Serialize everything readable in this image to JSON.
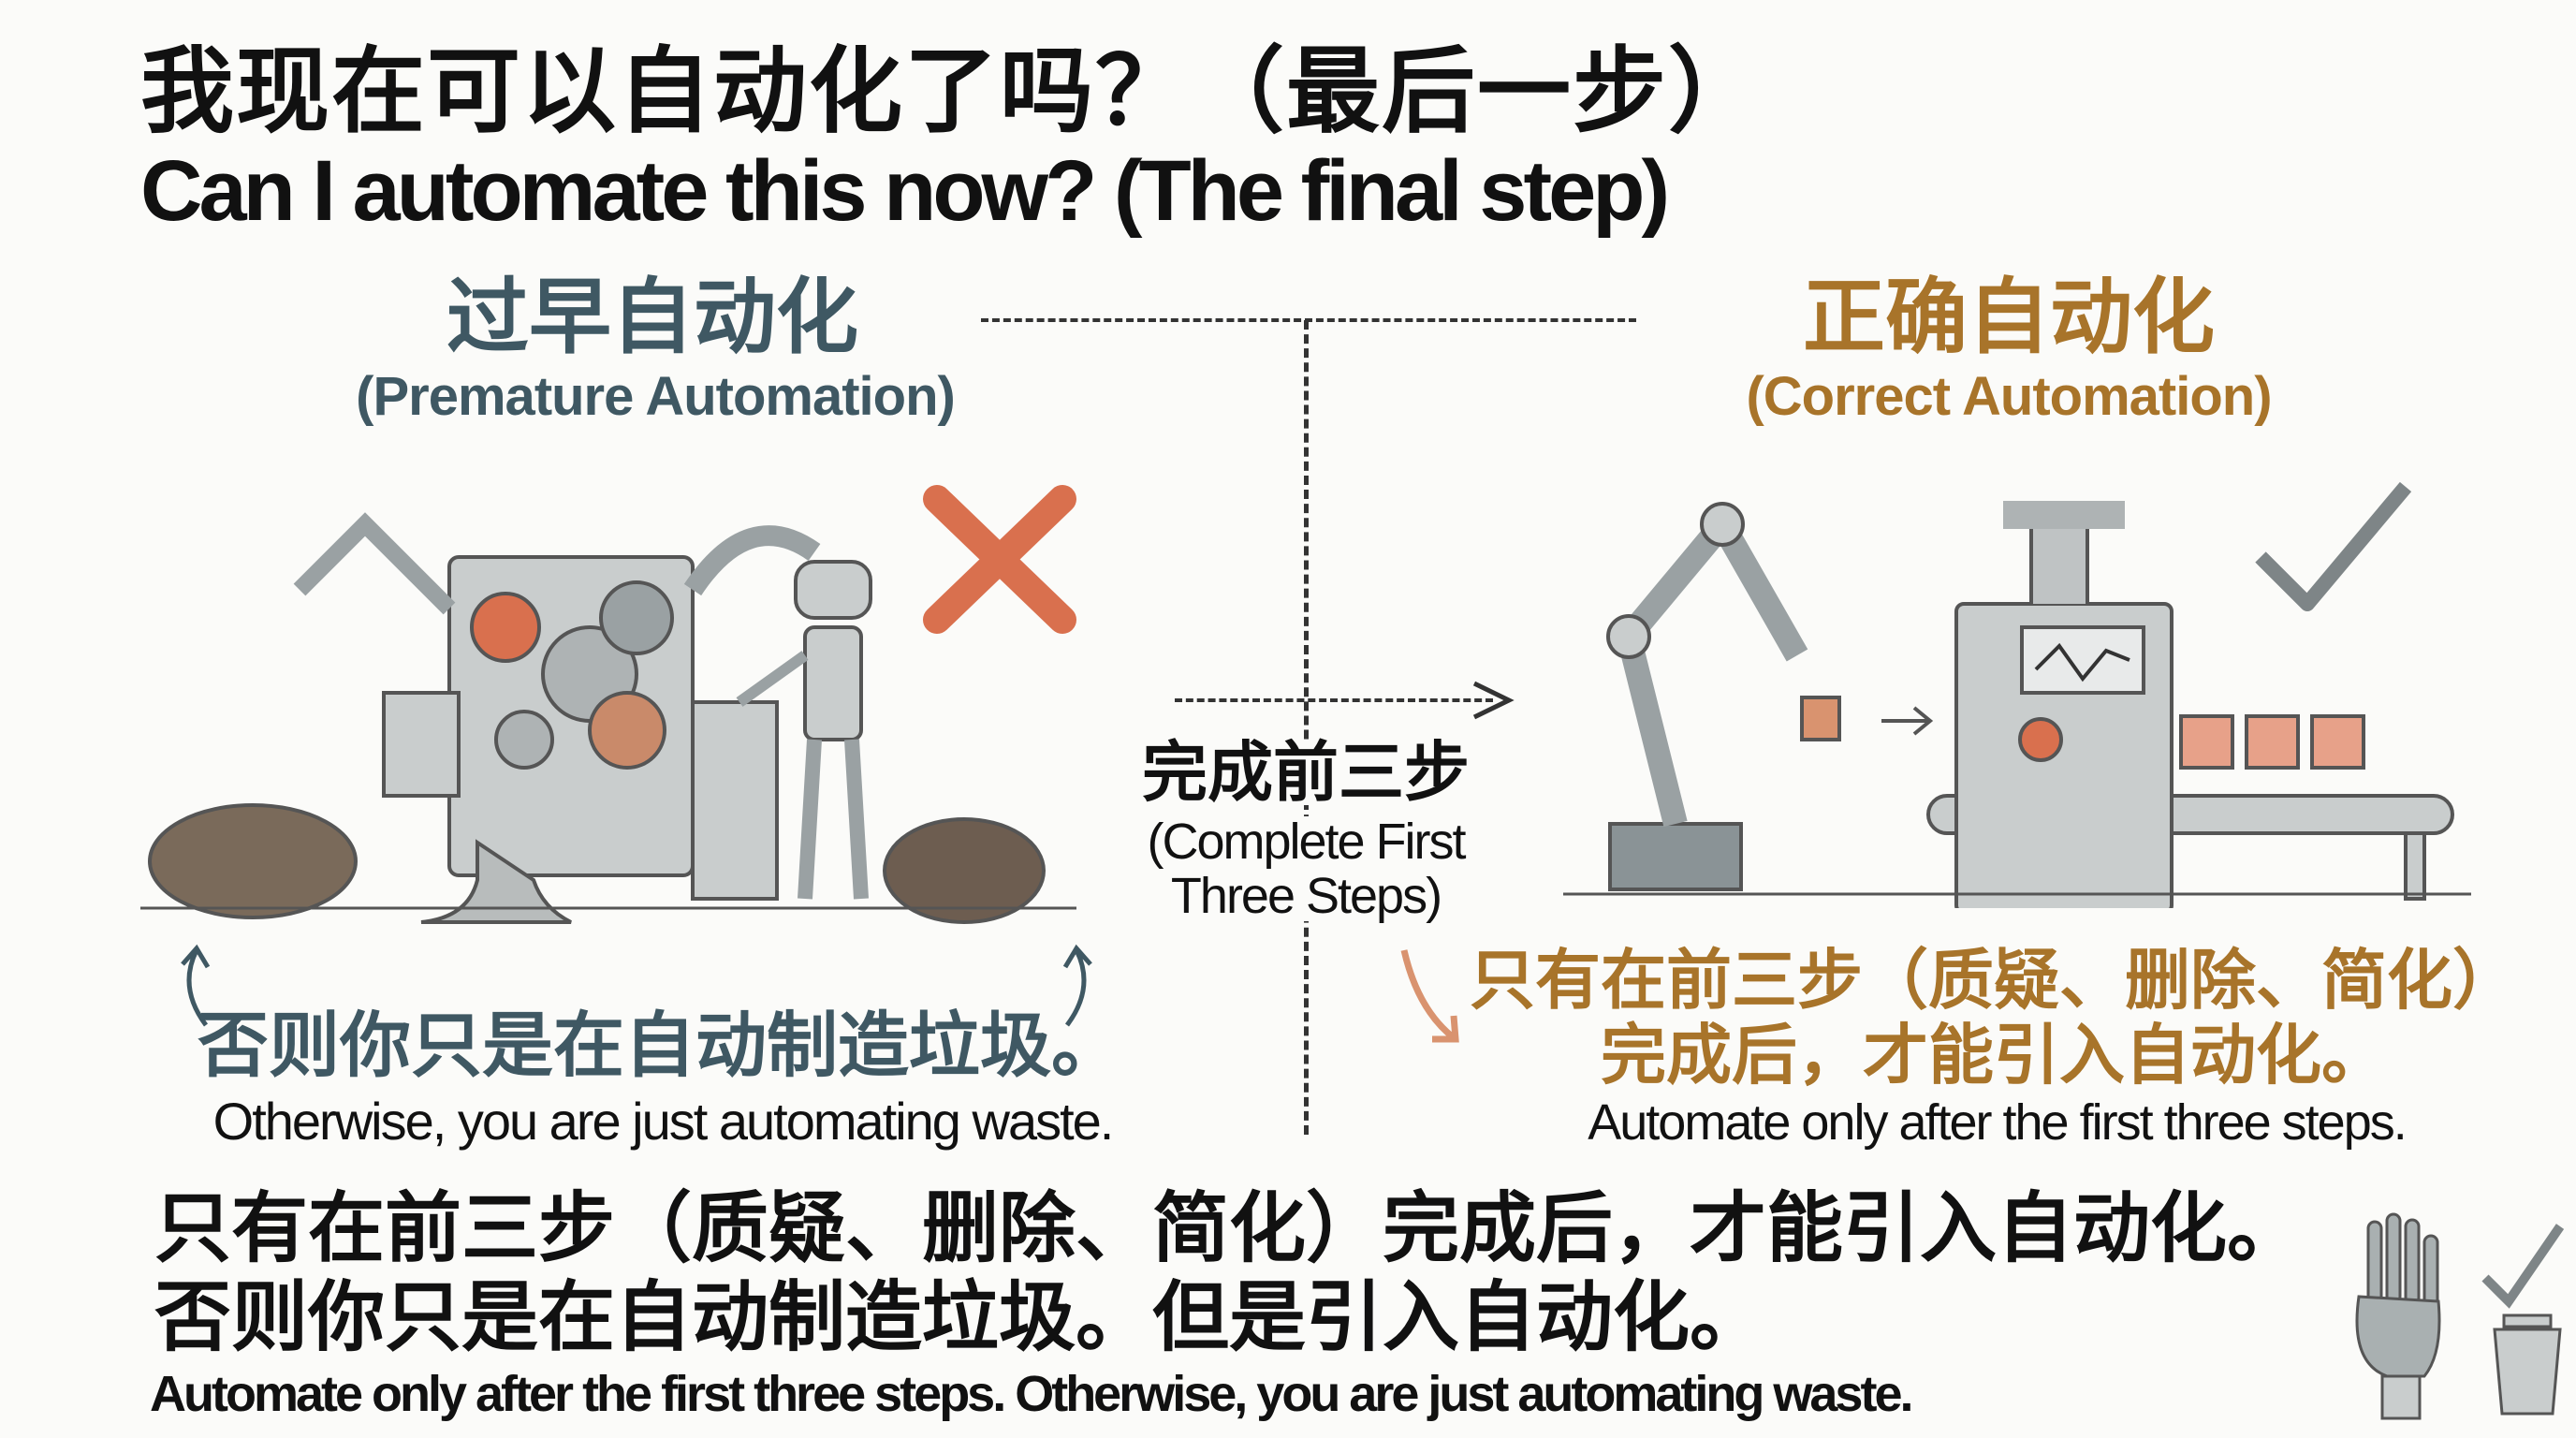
{
  "title": {
    "zh": "我现在可以自动化了吗？（最后一步）",
    "en": "Can I automate this now? (The final step)"
  },
  "left": {
    "heading_zh": "过早自动化",
    "heading_en": "(Premature Automation)",
    "caption_zh": "否则你只是在自动制造垃圾。",
    "caption_en": "Otherwise, you are just automating waste."
  },
  "center": {
    "label_zh": "完成前三步",
    "label_en_1": "(Complete First",
    "label_en_2": "Three Steps)"
  },
  "right": {
    "heading_zh": "正确自动化",
    "heading_en": "(Correct Automation)",
    "caption_zh_1": "只有在前三步（质疑、删除、简化）",
    "caption_zh_2": "完成后，才能引入自动化。",
    "caption_en": "Automate only after the first three steps."
  },
  "bottom": {
    "line1": "只有在前三步（质疑、删除、简化）完成后，才能引入自动化。",
    "line2": "否则你只是在自动制造垃圾。但是引入自动化。",
    "line3": "Automate only after the first three steps. Otherwise, you are just automating waste."
  },
  "colors": {
    "slate": "#3f5863",
    "gold": "#a8742a",
    "red": "#d9704e",
    "gray": "#9aa1a3"
  }
}
